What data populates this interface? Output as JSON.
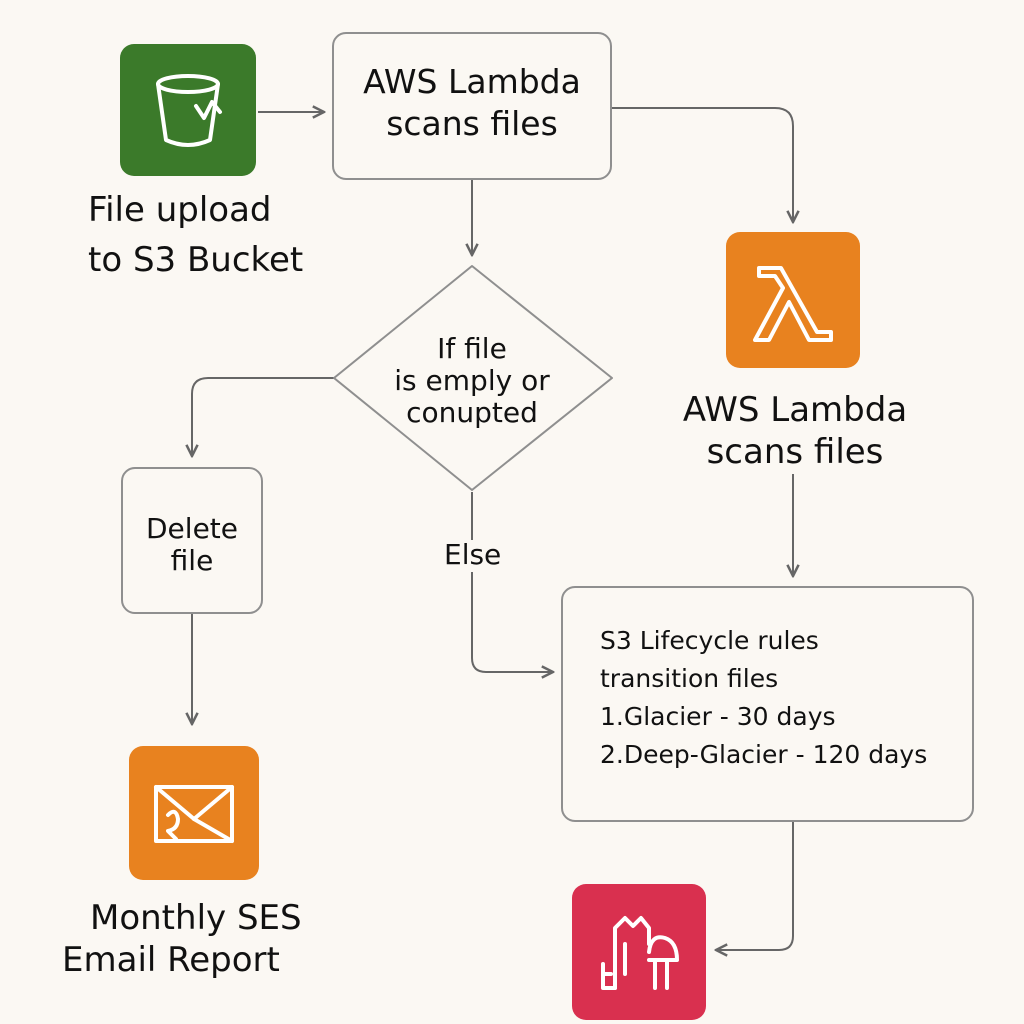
{
  "nodes": {
    "s3_upload": {
      "line1": "File upload",
      "line2": "to S3 Bucket",
      "icon": "bucket-icon",
      "color": "#3b7a2a"
    },
    "lambda_scan": {
      "line1": "AWS Lambda",
      "line2": "scans files"
    },
    "decision": {
      "line1": "If file",
      "line2": "is emply or",
      "line3": "conupted"
    },
    "lambda_icon": {
      "line1": "AWS Lambda",
      "line2": "scans files",
      "icon": "lambda-icon",
      "color": "#e8821f"
    },
    "delete": {
      "line1": "Delete",
      "line2": "file"
    },
    "lifecycle": {
      "line1": "S3 Lifecycle rules",
      "line2": "transition files",
      "line3": "1.Glacier - 30 days",
      "line4": "2.Deep-Glacier - 120 days"
    },
    "ses": {
      "line1": "Monthly SES",
      "line2": "Email Report",
      "icon": "envelope-icon",
      "color": "#e8821f"
    },
    "glacier": {
      "icon": "glacier-icon",
      "color": "#d9304f"
    }
  },
  "edges": {
    "else_label": "Else"
  }
}
